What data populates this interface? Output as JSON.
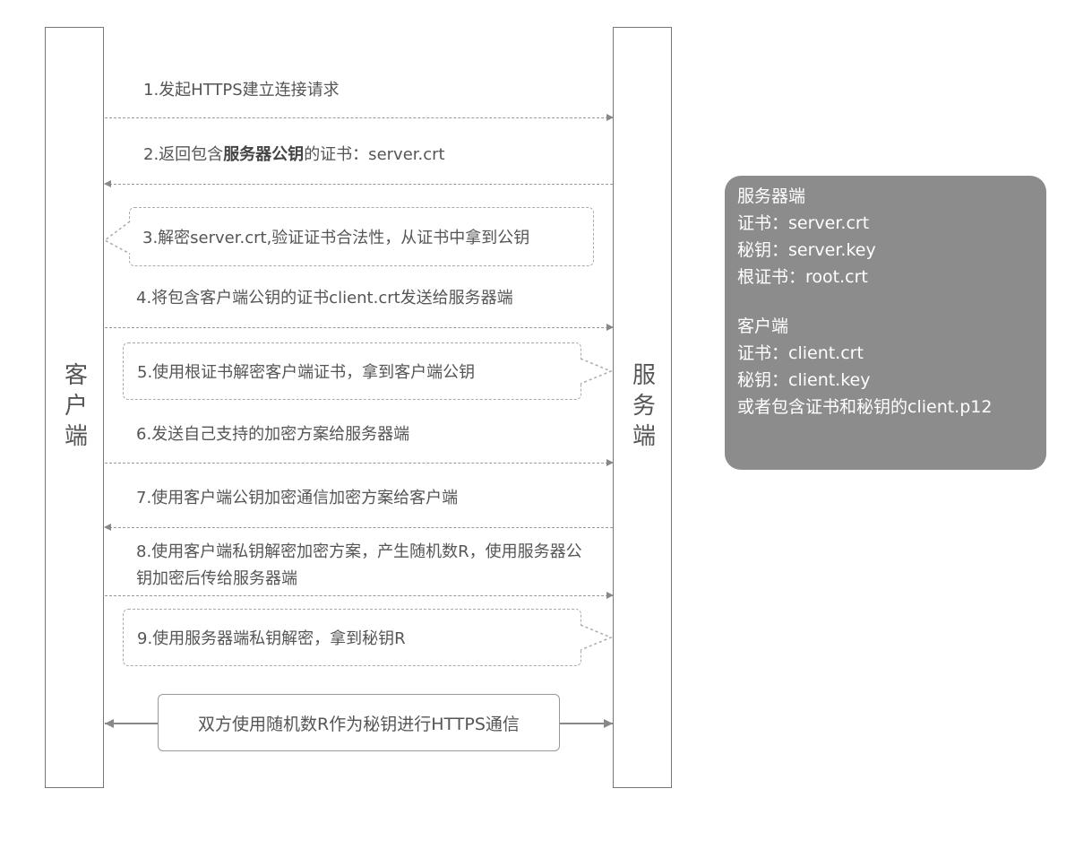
{
  "lifelines": {
    "client": "客户端",
    "server": "服务端"
  },
  "steps": [
    {
      "id": 1,
      "text": "1.发起HTTPS建立连接请求",
      "direction": "client-to-server"
    },
    {
      "id": 2,
      "text_prefix": "2.返回包含",
      "text_bold": "服务器公钥",
      "text_suffix": "的证书：server.crt",
      "direction": "server-to-client"
    },
    {
      "id": 3,
      "text": "3.解密server.crt,验证证书合法性，从证书中拿到公钥",
      "type": "self-note-client"
    },
    {
      "id": 4,
      "text": "4.将包含客户端公钥的证书client.crt发送给服务器端",
      "direction": "client-to-server"
    },
    {
      "id": 5,
      "text": "5.使用根证书解密客户端证书，拿到客户端公钥",
      "type": "self-note-server"
    },
    {
      "id": 6,
      "text": "6.发送自己支持的加密方案给服务器端",
      "direction": "client-to-server"
    },
    {
      "id": 7,
      "text": "7.使用客户端公钥加密通信加密方案给客户端",
      "direction": "server-to-client"
    },
    {
      "id": 8,
      "text": "8.使用客户端私钥解密加密方案，产生随机数R，使用服务器公钥加密后传给服务器端",
      "direction": "client-to-server"
    },
    {
      "id": 9,
      "text": "9.使用服务器端私钥解密，拿到秘钥R",
      "type": "self-note-server"
    }
  ],
  "final": {
    "text": "双方使用随机数R作为秘钥进行HTTPS通信",
    "direction": "bidirectional"
  },
  "note": {
    "server_title": "服务器端",
    "server_cert": "证书：server.crt",
    "server_key": "秘钥：server.key",
    "root_cert": "根证书：root.crt",
    "client_title": "客户端",
    "client_cert": "证书：client.crt",
    "client_key": "秘钥：client.key",
    "client_p12": "或者包含证书和秘钥的client.p12"
  },
  "colors": {
    "line": "#777777",
    "text": "#555555",
    "note_bg": "#8c8c8c",
    "note_text": "#ffffff"
  }
}
